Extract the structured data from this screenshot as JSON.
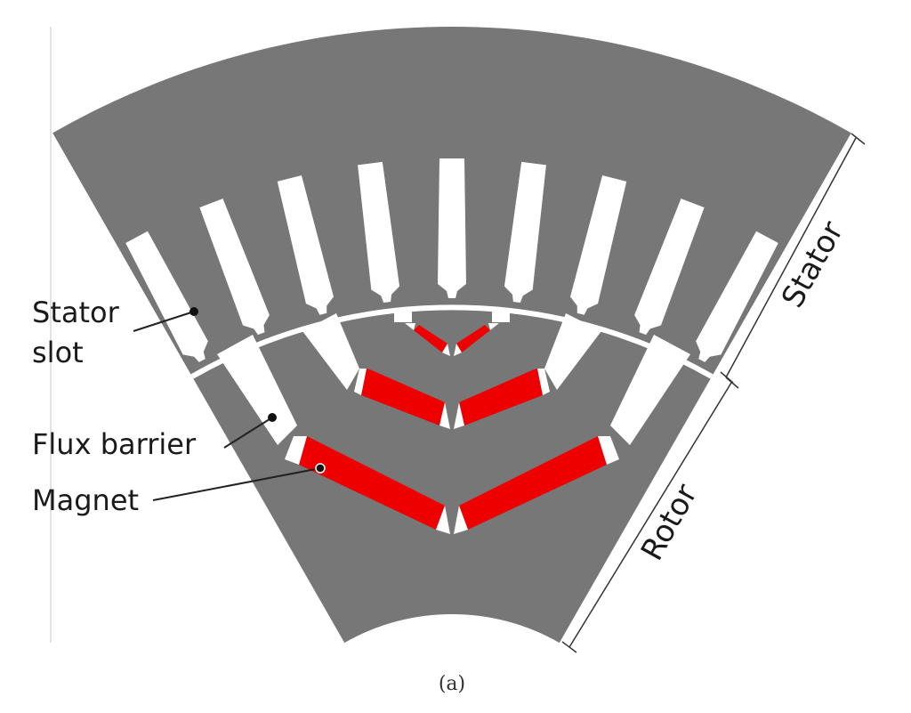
{
  "figure": {
    "caption": "(a)",
    "colors": {
      "iron": "#777777",
      "slot": "#ffffff",
      "magnet": "#ee0000",
      "label": "#1a1a1a"
    }
  },
  "labels": {
    "stator_slot_line1": "Stator",
    "stator_slot_line2": "slot",
    "flux_barrier": "Flux barrier",
    "magnet": "Magnet",
    "stator": "Stator",
    "rotor": "Rotor"
  }
}
